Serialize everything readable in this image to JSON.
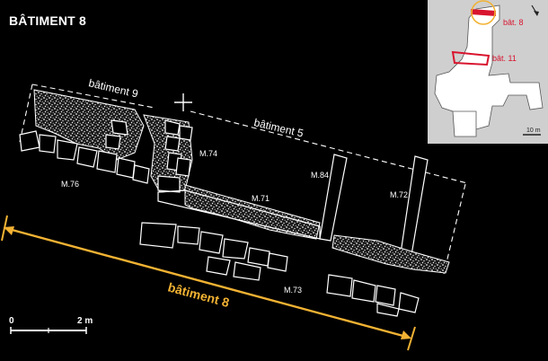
{
  "title": "BÂTIMENT 8",
  "labels": {
    "batiment9": "bâtiment 9",
    "batiment5": "bâtiment 5",
    "batiment8": "bâtiment 8",
    "m74": "M.74",
    "m76": "M.76",
    "m71": "M.71",
    "m84": "M.84",
    "m72": "M.72",
    "m73": "M.73"
  },
  "scale": {
    "zero": "0",
    "end": "2 m"
  },
  "inset": {
    "bat8": "bât. 8",
    "bat11": "bât. 11",
    "scale": "10 m",
    "north": "N"
  },
  "colors": {
    "highlight": "#f2b233",
    "inset_red": "#d8142e",
    "inset_bg": "#cfcfcf",
    "inset_building": "#ffffff"
  }
}
